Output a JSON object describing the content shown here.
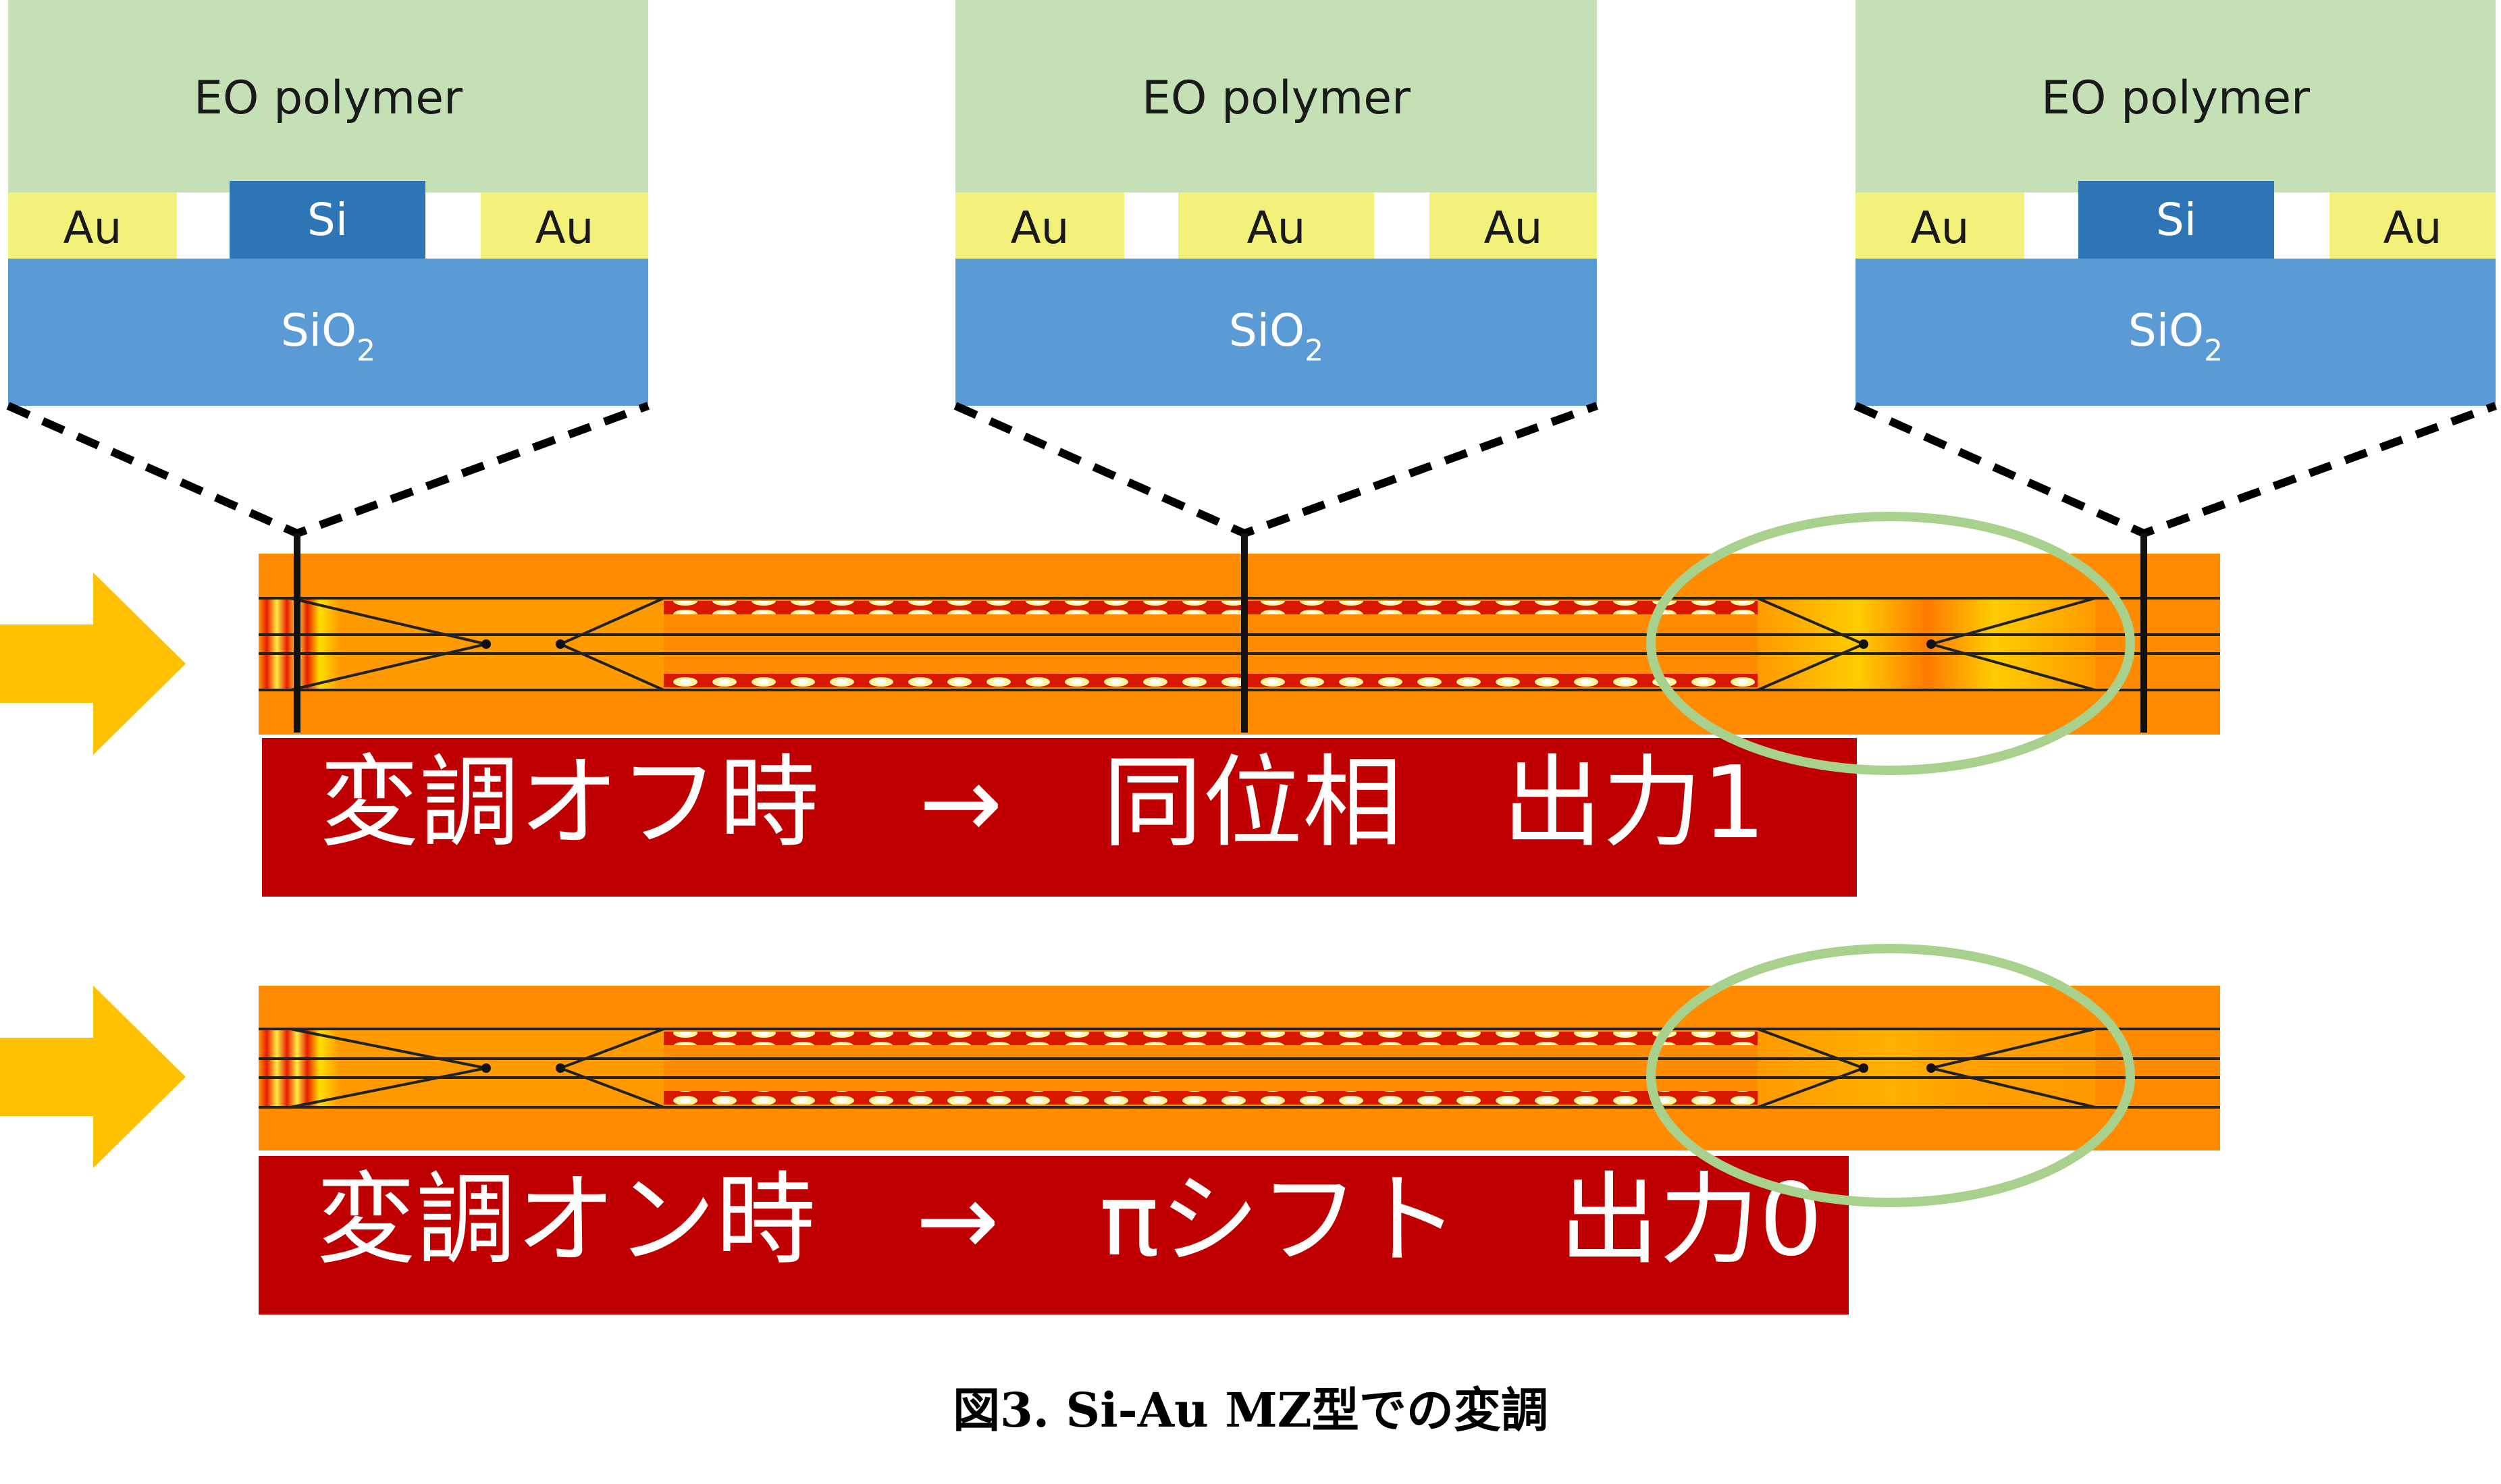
{
  "cross_sections": [
    {
      "top_layer": "EO polymer",
      "electrodes": [
        "Au",
        "Si",
        "Au"
      ],
      "substrate_main": "SiO",
      "substrate_sub": "2"
    },
    {
      "top_layer": "EO polymer",
      "electrodes": [
        "Au",
        "Au",
        "Au"
      ],
      "substrate_main": "SiO",
      "substrate_sub": "2"
    },
    {
      "top_layer": "EO polymer",
      "electrodes": [
        "Au",
        "Si",
        "Au"
      ],
      "substrate_main": "SiO",
      "substrate_sub": "2"
    }
  ],
  "states": [
    {
      "label": "変調オフ時　→　同位相　出力1"
    },
    {
      "label": "変調オン時　→　πシフト　出力0"
    }
  ],
  "caption": "図3. Si-Au MZ型での変調",
  "colors": {
    "polymer": "#c5e0b4",
    "gold": "#f2f27a",
    "silicon": "#2e75b6",
    "oxide": "#5b9bd5",
    "waveguide_bg": "#ff8c00",
    "banner": "#c00000",
    "arrow": "#ffc000",
    "highlight_ellipse": "#a9d18e"
  }
}
